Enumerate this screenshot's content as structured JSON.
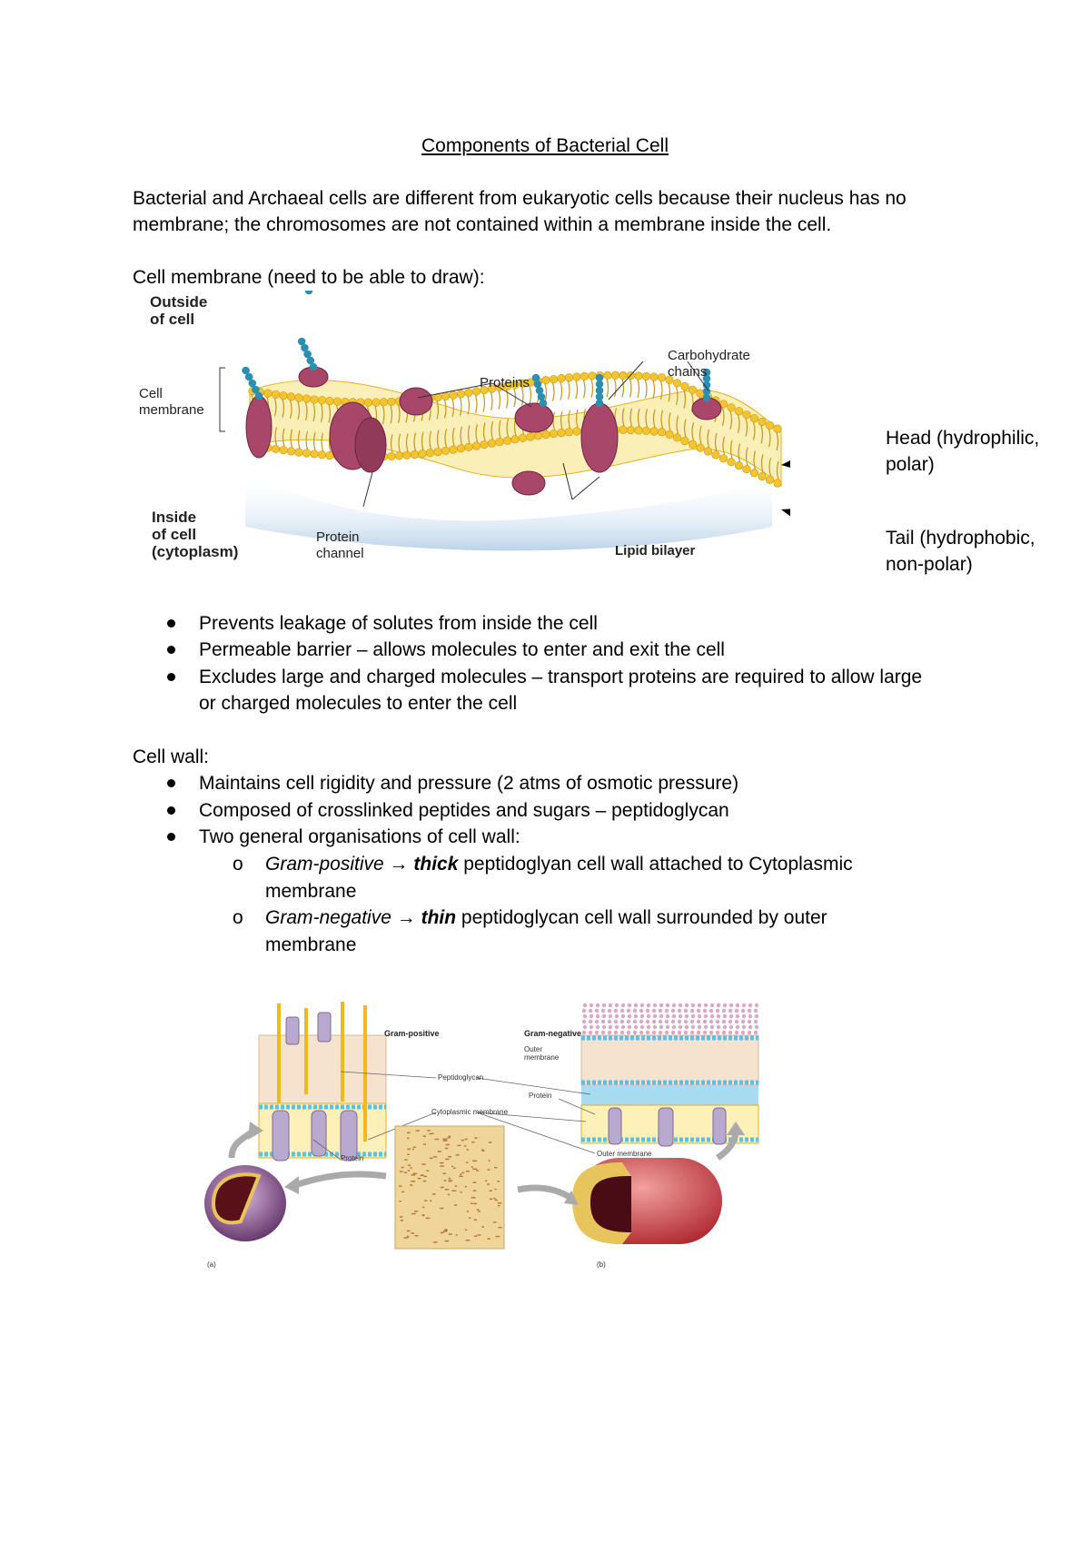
{
  "title": "Components of Bacterial Cell",
  "intro": {
    "line1": "Bacterial and Archaeal cells are different from eukaryotic cells because their nucleus has no",
    "line2": "membrane; the chromosomes are not contained within a membrane inside the cell."
  },
  "cell_membrane": {
    "heading": "Cell membrane (need to be able to draw):",
    "bullets": [
      "Prevents leakage of solutes from inside the cell",
      "Permeable barrier – allows molecules to enter and exit the cell",
      "Excludes large and charged molecules – transport proteins are required to allow large",
      "or charged molecules to enter the cell"
    ]
  },
  "membrane_figure": {
    "outside_1": "Outside",
    "outside_2": "of cell",
    "cell_membrane_1": "Cell",
    "cell_membrane_2": "membrane",
    "inside_1": "Inside",
    "inside_2": "of cell",
    "inside_3": "(cytoplasm)",
    "proteins": "Proteins",
    "carbohydrate_1": "Carbohydrate",
    "carbohydrate_2": "chains",
    "protein_channel_1": "Protein",
    "protein_channel_2": "channel",
    "lipid_bilayer": "Lipid bilayer",
    "head_1": "Head (hydrophilic,",
    "head_2": "polar)",
    "tail_1": "Tail (hydrophobic,",
    "tail_2": "non-polar)"
  },
  "cell_wall": {
    "heading": "Cell wall:",
    "bullets": [
      "Maintains cell rigidity and pressure (2 atms of osmotic pressure)",
      "Composed of crosslinked peptides and sugars – peptidoglycan",
      "Two general organisations of cell wall:"
    ],
    "sub": [
      {
        "type": "Gram-positive",
        "arrow": "→",
        "adj": "thick",
        "rest": "peptidoglyan cell wall attached to Cytoplasmic",
        "cont": "membrane"
      },
      {
        "type": "Gram-negative",
        "arrow": "→",
        "adj": "thin",
        "rest": "peptidoglycan cell wall surrounded by outer",
        "cont": "membrane"
      }
    ],
    "sub_marker": "o"
  },
  "wall_figure": {
    "gram_pos": "Gram-positive",
    "gram_neg": "Gram-negative",
    "outer_1": "Outer",
    "outer_2": "membrane",
    "peptidoglycan": "Peptidoglycan",
    "protein": "Protein",
    "cyto": "Cytoplasmic membrane",
    "protein_lower": "Protein",
    "outer_membrane": "Outer membrane",
    "a": "(a)",
    "b": "(b)"
  },
  "colors": {
    "membrane_yellow": "#f4c430",
    "protein_purple": "#a8476a",
    "carb_blue": "#2a8fb0",
    "gram_pos_cell": "#8a5a8c",
    "gram_neg_cell": "#d24a4f"
  }
}
